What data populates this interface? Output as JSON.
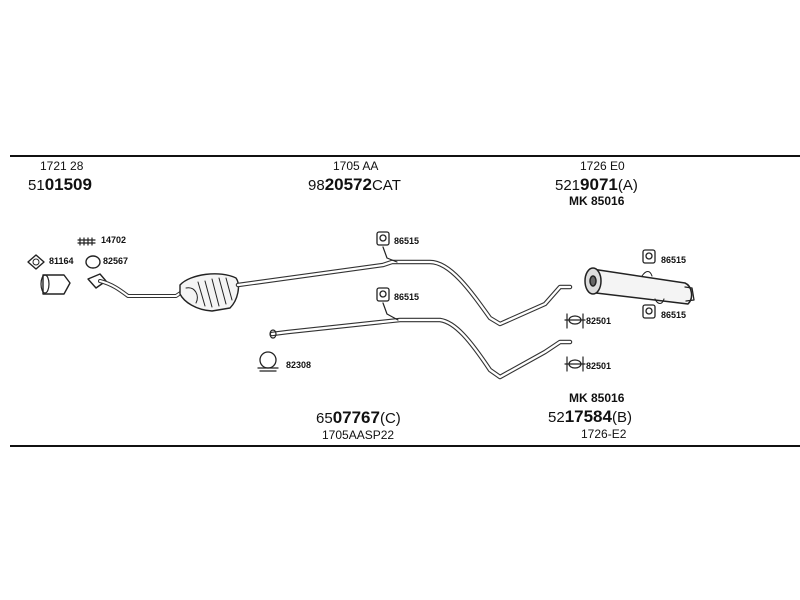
{
  "labels": {
    "left_ref": "1721 28",
    "left_prefix": "51",
    "left_bold": "01509",
    "center_ref": "1705 AA",
    "center_prefix": "98",
    "center_bold": "20572",
    "center_suffix": "CAT",
    "right_ref": "1726 E0",
    "right_prefix": "521",
    "right_bold": "9071",
    "right_suffix": "(A)",
    "right_kit": "MK  85016",
    "bottom_center_prefix": "65",
    "bottom_center_bold": "07767",
    "bottom_center_suffix": "(C)",
    "bottom_center_ref": "1705AASP22",
    "bottom_right_kit": "MK  85016",
    "bottom_right_prefix": "52",
    "bottom_right_bold": "17584",
    "bottom_right_suffix": "(B)",
    "bottom_right_ref": "1726-E2"
  },
  "parts": {
    "p14702": "14702",
    "p81164": "81164",
    "p82567": "82567",
    "p82308": "82308",
    "p86515_a": "86515",
    "p86515_b": "86515",
    "p86515_c": "86515",
    "p86515_d": "86515",
    "p82501_a": "82501",
    "p82501_b": "82501"
  }
}
